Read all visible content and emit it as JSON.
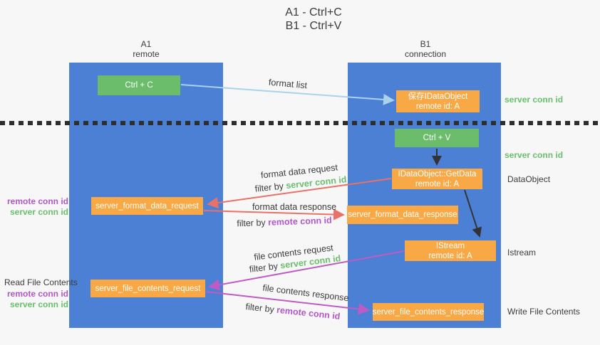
{
  "title": {
    "line1": "A1 - Ctrl+C",
    "line2": "B1 - Ctrl+V"
  },
  "lanes": {
    "left": {
      "name": "A1",
      "role": "remote"
    },
    "right": {
      "name": "B1",
      "role": "connection"
    }
  },
  "nodes": {
    "ctrl_c": {
      "label": "Ctrl + C"
    },
    "ctrl_v": {
      "label": "Ctrl + V"
    },
    "save_idataobject": {
      "line1": "保存IDataObject",
      "line2": "remote id: A"
    },
    "idataobject_getdata": {
      "line1": "IDataObject::GetData",
      "line2": "remote id: A"
    },
    "istream": {
      "line1": "IStream",
      "line2": "remote id: A"
    },
    "server_format_data_request": {
      "label": "server_format_data_request"
    },
    "server_format_data_response": {
      "label": "server_format_data_response"
    },
    "server_file_contents_request": {
      "label": "server_file_contents_request"
    },
    "server_file_contents_response": {
      "label": "server_file_contents_response"
    }
  },
  "arrow_labels": {
    "format_list": "format list",
    "format_data_request": "format data request",
    "format_data_response": "format data response",
    "file_contents_request": "file contents request",
    "file_contents_response": "file contents response",
    "filter_by": "filter by",
    "server_conn_id": "server conn id",
    "remote_conn_id": "remote conn id"
  },
  "side_labels": {
    "right_top_server_conn_id": "server conn id",
    "right_mid_server_conn_id": "server conn id",
    "dataobject": "DataObject",
    "istream": "Istream",
    "write_file_contents": "Write File Contents",
    "read_file_contents": "Read File Contents",
    "left_format_remote_conn_id": "remote conn id",
    "left_format_server_conn_id": "server conn id",
    "left_file_remote_conn_id": "remote conn id",
    "left_file_server_conn_id": "server conn id"
  },
  "colors": {
    "lane_blue": "#4b80d4",
    "node_green": "#6bbd6c",
    "node_orange": "#f8a844",
    "green_label": "#6abf6e",
    "purple_label": "#b257c7",
    "red_arrow": "#e87168",
    "purple_arrow": "#bf5bc4",
    "light_blue_arrow": "#a8d2ee",
    "ink": "#3c3c3c",
    "page_bg": "#f7f7f7"
  }
}
